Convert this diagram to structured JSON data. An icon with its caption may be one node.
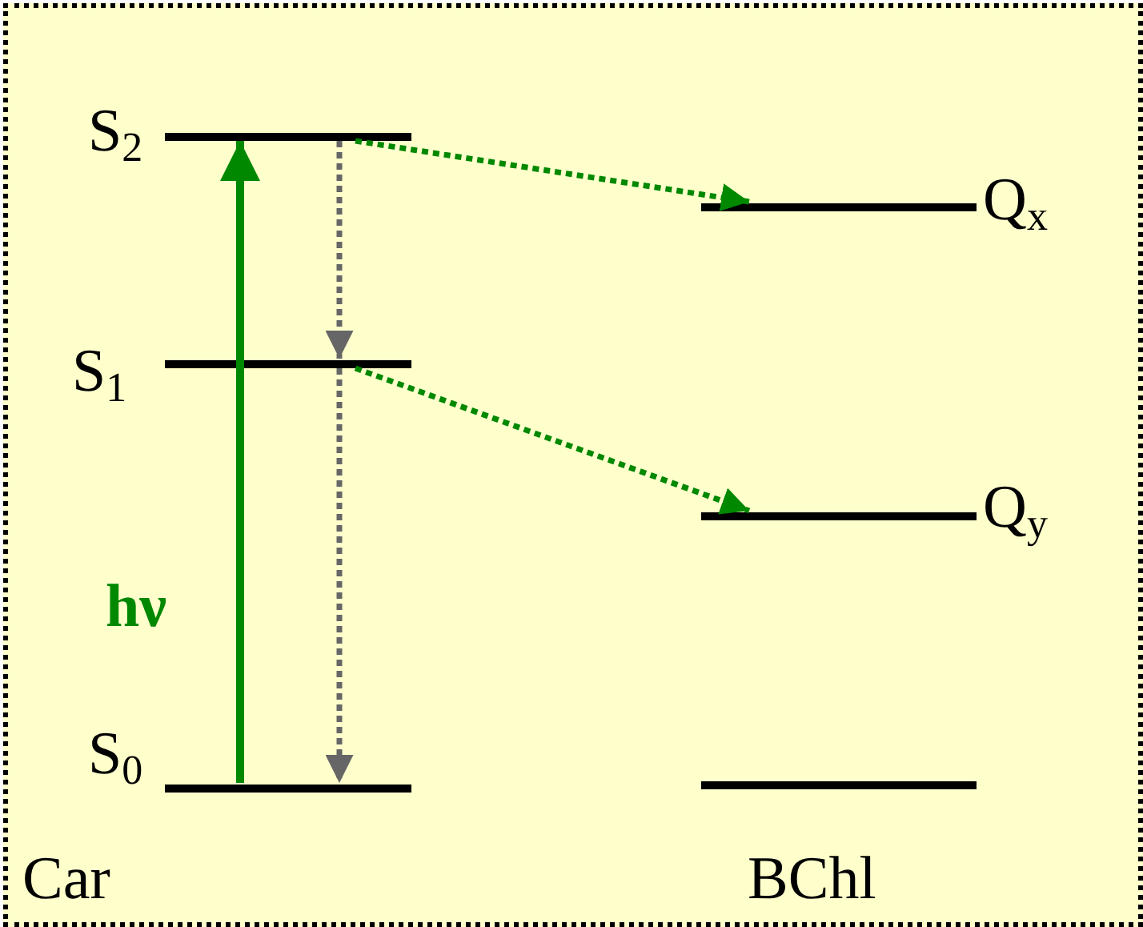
{
  "diagram": {
    "nodes": [
      {
        "text": [
          "S$_{2}$"
        ]
      },
      {
        "text": [
          "S$_{1}$"
        ]
      },
      {
        "text": [
          "S$_{0}$"
        ]
      },
      {
        "text": [
          "Q$_{x}$"
        ]
      },
      {
        "text": [
          "Q$_{y}$"
        ]
      },
      {
        "text": [],
        "shape": "bar"
      }
    ],
    "edges": [
      {
        "from": 2,
        "to": 0,
        "arrow": "to",
        "label": "hν"
      },
      {
        "from": 0,
        "to": 1,
        "arrow": "to",
        "style": "dashed",
        "color": "#666666"
      },
      {
        "from": 1,
        "to": 2,
        "arrow": "to",
        "style": "dashed",
        "color": "#666666"
      },
      {
        "from": 0,
        "to": 3,
        "arrow": "to",
        "style": "dashed"
      },
      {
        "from": 1,
        "to": 4,
        "arrow": "to",
        "style": "dashed"
      }
    ],
    "labels": [
      "Car",
      "BChl"
    ]
  }
}
